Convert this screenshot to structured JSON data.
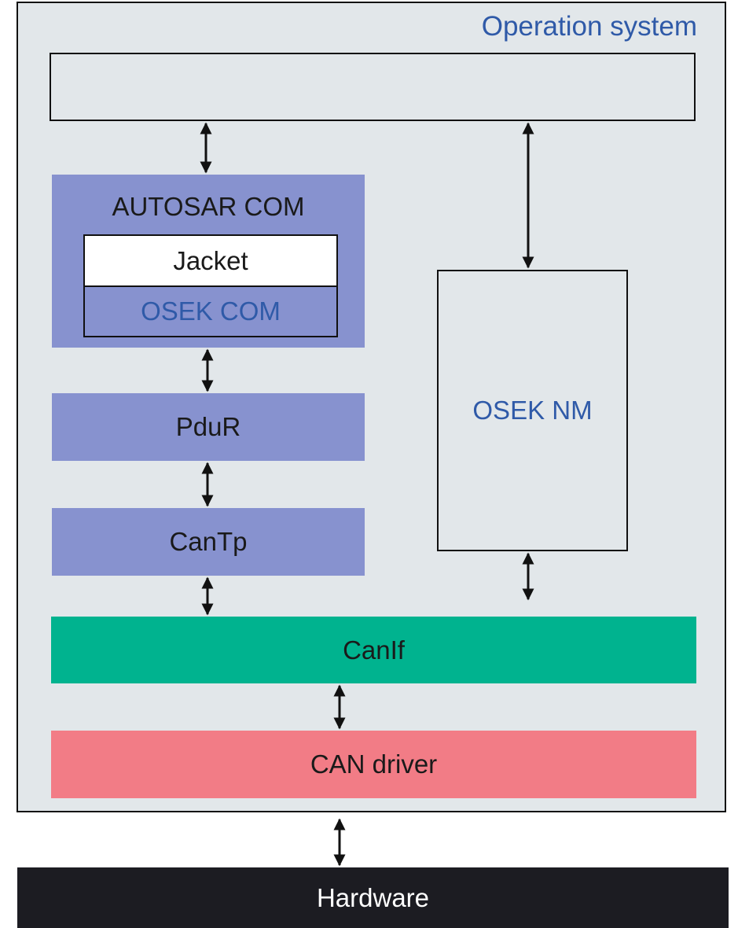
{
  "os_label": "Operation system",
  "blocks": {
    "top": "",
    "autosar_com": "AUTOSAR COM",
    "jacket": "Jacket",
    "osek_com": "OSEK COM",
    "pdur": "PduR",
    "cantp": "CanTp",
    "osek_nm": "OSEK NM",
    "canif": "CanIf",
    "can_driver": "CAN driver",
    "hardware": "Hardware"
  },
  "colors": {
    "os_background": "#e2e7ea",
    "os_label": "#2f5aa8",
    "autosar_blocks": "#8792cf",
    "canif": "#00b38f",
    "can_driver": "#f27c86",
    "hardware": "#1c1c22"
  }
}
